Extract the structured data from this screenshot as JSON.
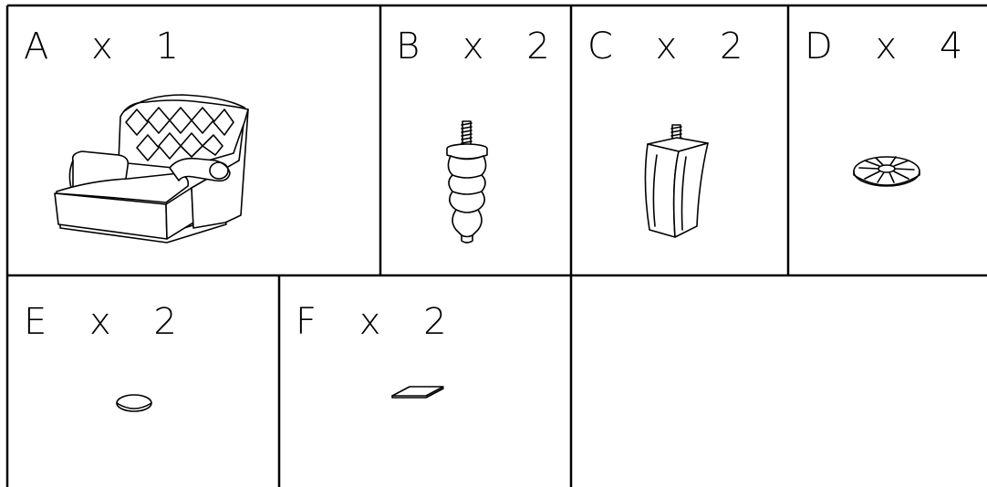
{
  "parts": [
    {
      "letter": "A",
      "qty": "1",
      "label": "A x 1",
      "icon": "armchair-icon"
    },
    {
      "letter": "B",
      "qty": "2",
      "label": "B x 2",
      "icon": "turned-leg-icon"
    },
    {
      "letter": "C",
      "qty": "2",
      "label": "C x 2",
      "icon": "tapered-leg-icon"
    },
    {
      "letter": "D",
      "qty": "4",
      "label": "D x 4",
      "icon": "leg-plate-icon"
    },
    {
      "letter": "E",
      "qty": "2",
      "label": "E x 2",
      "icon": "round-glide-icon"
    },
    {
      "letter": "F",
      "qty": "2",
      "label": "F x 2",
      "icon": "flat-pad-icon"
    }
  ]
}
